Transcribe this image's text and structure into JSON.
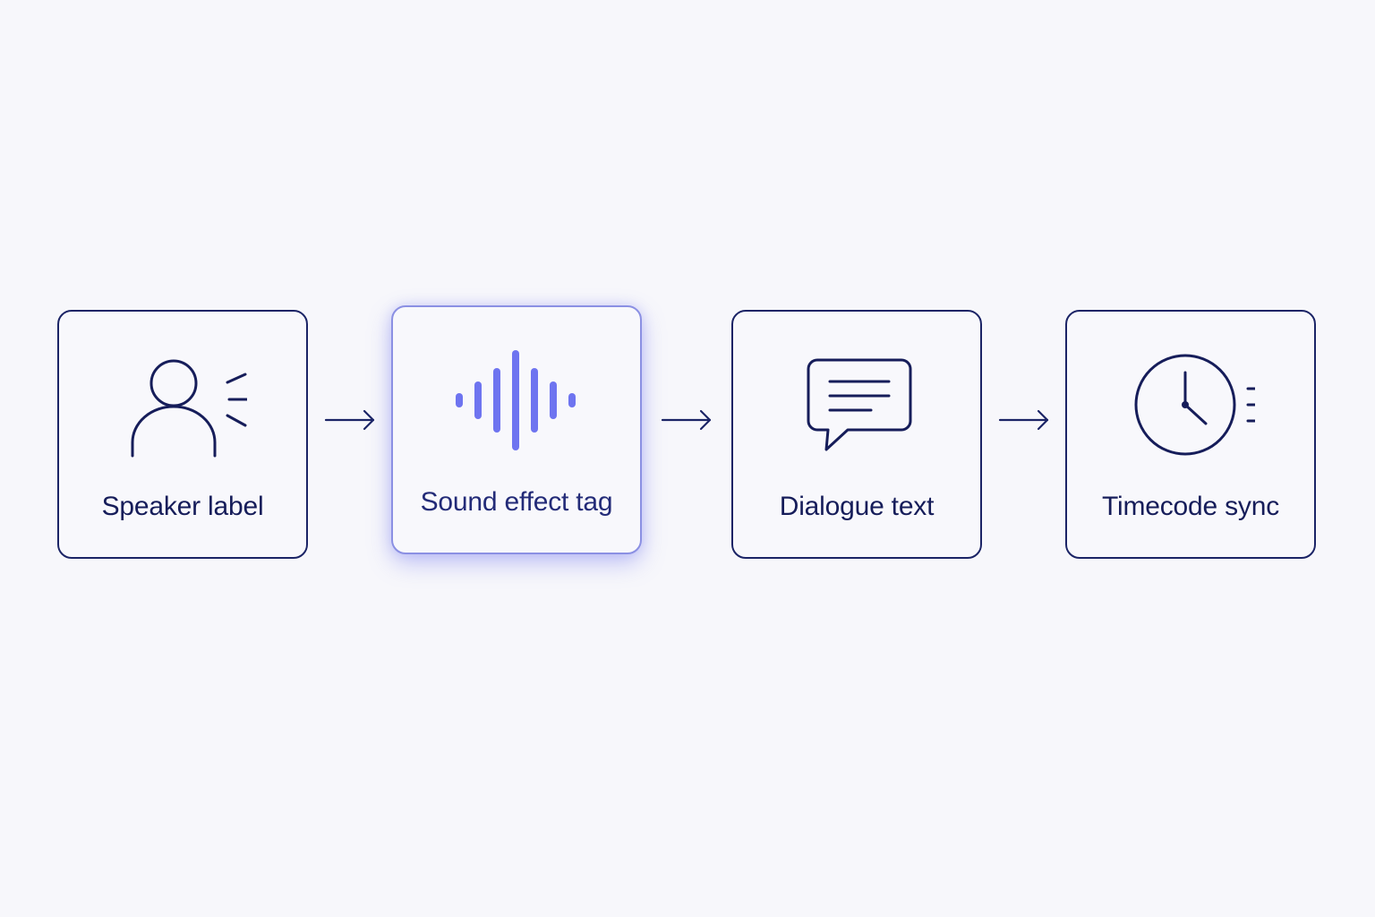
{
  "steps": [
    {
      "label": "Speaker label",
      "icon": "speaker-person-icon",
      "highlighted": false
    },
    {
      "label": "Sound effect tag",
      "icon": "sound-waveform-icon",
      "highlighted": true
    },
    {
      "label": "Dialogue text",
      "icon": "speech-bubble-icon",
      "highlighted": false
    },
    {
      "label": "Timecode sync",
      "icon": "clock-icon",
      "highlighted": false
    }
  ],
  "colors": {
    "background": "#f7f7fb",
    "outline": "#1b2466",
    "accent": "#6e74f0"
  }
}
